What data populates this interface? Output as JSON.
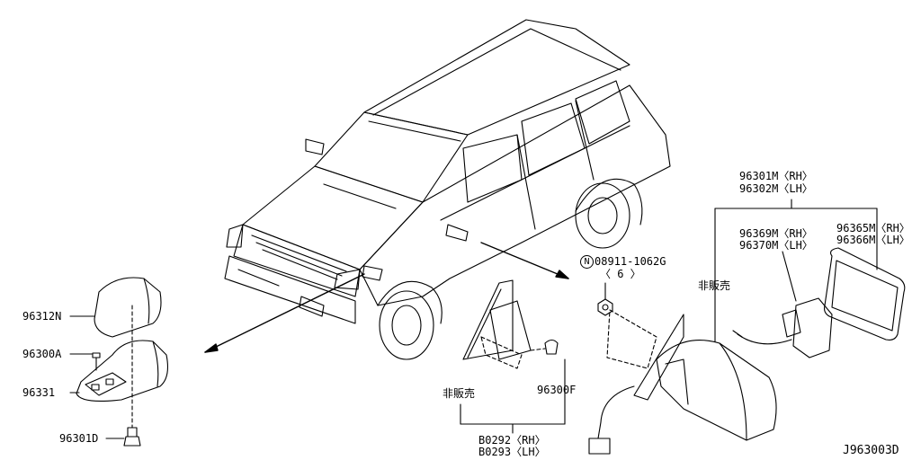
{
  "labels": {
    "p96312N": "96312N",
    "p96300A": "96300A",
    "p96331": "96331",
    "p96301D": "96301D",
    "p96301M": "96301M〈RH〉",
    "p96302M": "96302M〈LH〉",
    "p96369M": "96369M〈RH〉",
    "p96370M": "96370M〈LH〉",
    "p96365M": "96365M〈RH〉",
    "p96366M": "96366M〈LH〉",
    "nut_symbol": "N",
    "nut_part": "08911-1062G",
    "nut_qty": "〈 6 〉",
    "not_sold_1": "非販売",
    "not_sold_2": "非販売",
    "p96300F": "96300F",
    "pB0292": "B0292〈RH〉",
    "pB0293": "B0293〈LH〉",
    "diagram_id": "J963003D"
  }
}
